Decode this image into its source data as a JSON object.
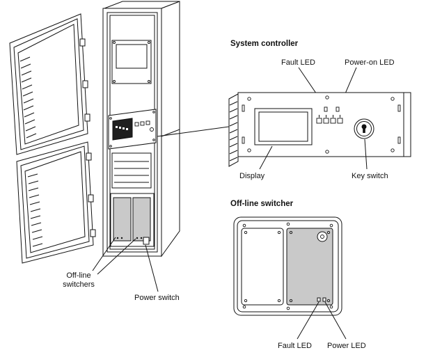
{
  "figure": {
    "background": "#ffffff",
    "line_color": "#111111",
    "module_fill": "#c9c9c9",
    "display_fill": "#1f1f1f"
  },
  "sections": {
    "system_controller": {
      "heading": "System controller",
      "labels": {
        "fault_led": "Fault LED",
        "power_on_led": "Power-on LED",
        "display": "Display",
        "key_switch": "Key switch"
      }
    },
    "offline_switcher": {
      "heading": "Off-line switcher",
      "labels": {
        "fault_led": "Fault LED",
        "power_led": "Power LED"
      }
    },
    "rack": {
      "labels": {
        "offline_switchers_line1": "Off-line",
        "offline_switchers_line2": "switchers",
        "power_switch": "Power switch"
      }
    }
  }
}
